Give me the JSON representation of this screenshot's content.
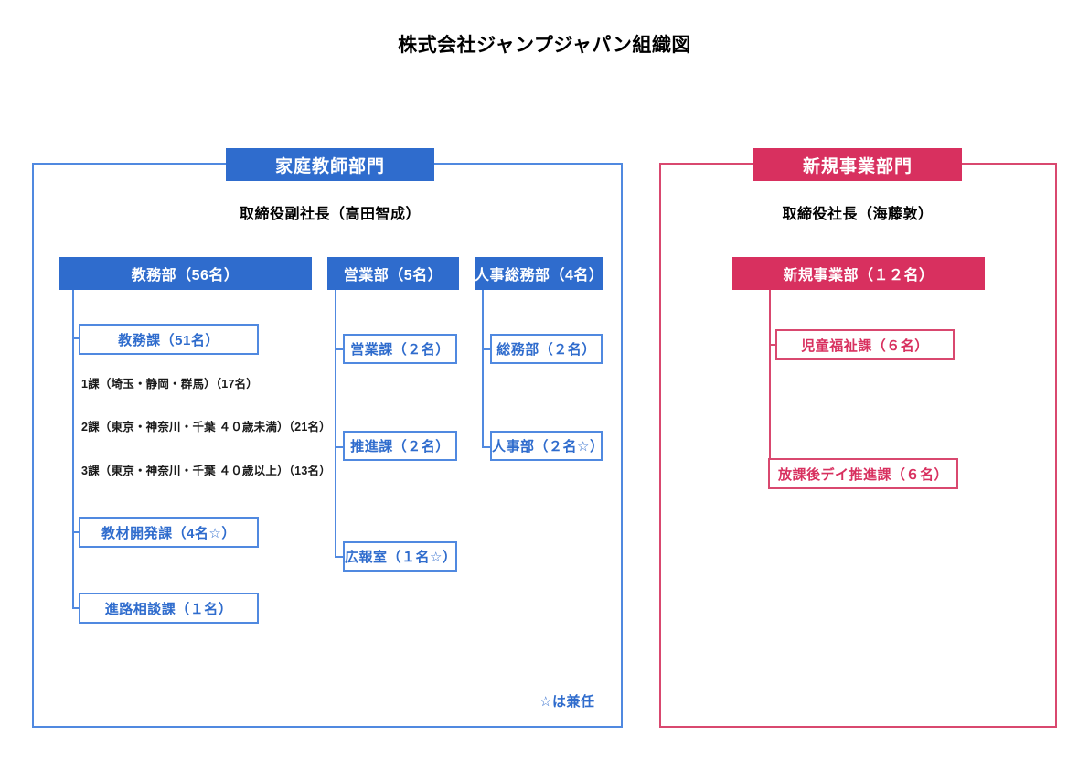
{
  "page": {
    "title": "株式会社ジャンプジャパン組織図"
  },
  "colors": {
    "blue_fill": "#2f6ccd",
    "blue_line": "#5089e0",
    "pink_fill": "#d8305f",
    "pink_line": "#d9486f",
    "text_dark": "#000000",
    "background": "#ffffff"
  },
  "divisions": [
    {
      "id": "tutoring",
      "header": "家庭教師部門",
      "executive": "取締役副社長（高田智成）",
      "accent": "#2f6ccd",
      "departments": [
        {
          "id": "academic-affairs",
          "label": "教務部（56名）",
          "units": [
            {
              "id": "kyomu-ka",
              "label": "教務課（51名）"
            },
            {
              "id": "material-dev",
              "label": "教材開発課（4名☆）"
            },
            {
              "id": "career-counsel",
              "label": "進路相談課（１名）"
            }
          ],
          "details": [
            "1課（埼玉・静岡・群馬）（17名）",
            "2課（東京・神奈川・千葉 ４０歳未満）（21名）",
            "3課（東京・神奈川・千葉 ４０歳以上）（13名）"
          ]
        },
        {
          "id": "sales",
          "label": "営業部（5名）",
          "units": [
            {
              "id": "sales-section",
              "label": "営業課（２名）"
            },
            {
              "id": "promotion-section",
              "label": "推進課（２名）"
            },
            {
              "id": "pr-office",
              "label": "広報室（１名☆）"
            }
          ],
          "details": []
        },
        {
          "id": "hr-general-affairs",
          "label": "人事総務部（4名）",
          "units": [
            {
              "id": "general-affairs",
              "label": "総務部（２名）"
            },
            {
              "id": "hr-dept",
              "label": "人事部（２名☆）"
            }
          ],
          "details": []
        }
      ]
    },
    {
      "id": "new-business",
      "header": "新規事業部門",
      "executive": "取締役社長（海藤敦）",
      "accent": "#d8305f",
      "departments": [
        {
          "id": "new-business-dept",
          "label": "新規事業部（１２名）",
          "units": [
            {
              "id": "child-welfare",
              "label": "児童福祉課（６名）"
            },
            {
              "id": "afterschool-day",
              "label": "放課後デイ推進課（６名）"
            }
          ],
          "details": []
        }
      ]
    }
  ],
  "footnote": "☆は兼任"
}
